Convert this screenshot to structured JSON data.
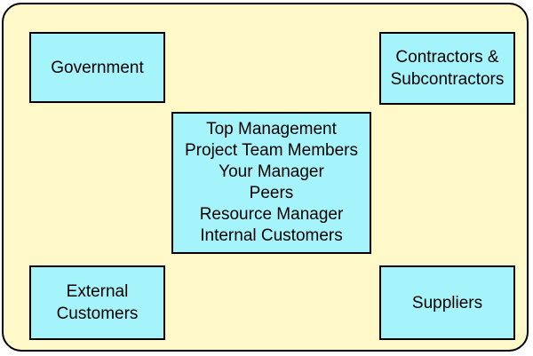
{
  "diagram": {
    "boxes": {
      "government": {
        "label": "Government"
      },
      "contractors": {
        "label": "Contractors &\nSubcontractors"
      },
      "center": {
        "lines": [
          "Top Management",
          "Project Team Members",
          "Your Manager",
          "Peers",
          "Resource Manager",
          "Internal Customers"
        ]
      },
      "external": {
        "label": "External\nCustomers"
      },
      "suppliers": {
        "label": "Suppliers"
      }
    }
  },
  "colors": {
    "panel_fill": "#fff8c9",
    "box_fill": "#a5f3fb",
    "border": "#000000"
  }
}
